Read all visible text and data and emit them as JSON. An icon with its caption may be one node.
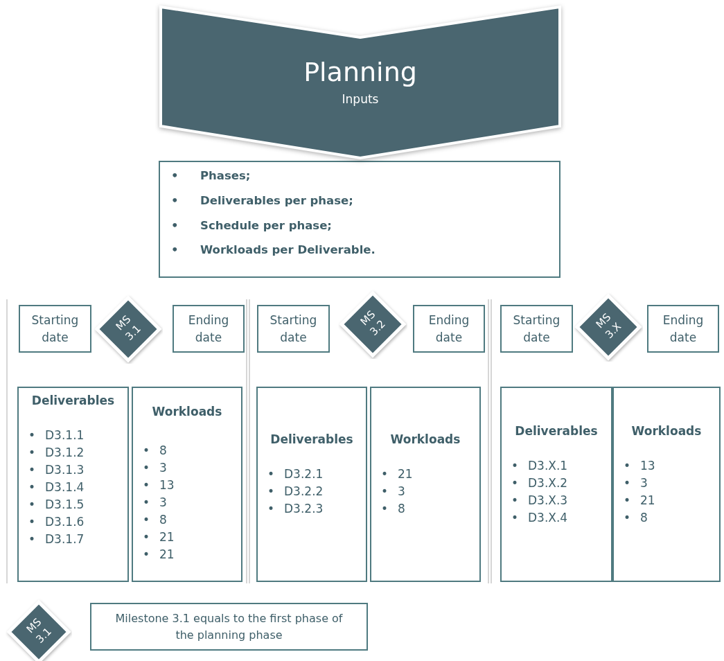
{
  "diagram": {
    "nodes": [
      {
        "text": [
          "Planning",
          "Inputs"
        ]
      },
      {
        "text": [
          "• Phases;",
          "• Deliverables per phase;",
          "• Schedule per phase;",
          "• Workloads per Deliverable."
        ]
      },
      {
        "text": [
          "Starting date"
        ]
      },
      {
        "text": [
          "MS 3.1"
        ]
      },
      {
        "text": [
          "Ending date"
        ]
      },
      {
        "text": [
          "Deliverables",
          "• D3.1.1",
          "• D3.1.2",
          "• D3.1.3",
          "• D3.1.4",
          "• D3.1.5",
          "• D3.1.6",
          "• D3.1.7"
        ]
      },
      {
        "text": [
          "Workloads",
          "• 8",
          "• 3",
          "• 13",
          "• 3",
          "• 8",
          "• 21",
          "• 21"
        ]
      },
      {
        "text": [
          "Starting date"
        ]
      },
      {
        "text": [
          "MS 3.2"
        ]
      },
      {
        "text": [
          "Ending date"
        ]
      },
      {
        "text": [
          "Deliverables",
          "• D3.2.1",
          "• D3.2.2",
          "• D3.2.3"
        ]
      },
      {
        "text": [
          "Workloads",
          "• 21",
          "• 3",
          "• 8"
        ]
      },
      {
        "text": [
          "Starting date"
        ]
      },
      {
        "text": [
          "MS 3.X"
        ]
      },
      {
        "text": [
          "Ending date"
        ]
      },
      {
        "text": [
          "Deliverables",
          "• D3.X.1",
          "• D3.X.2",
          "• D3.X.3",
          "• D3.X.4"
        ]
      },
      {
        "text": [
          "Workloads",
          "• 13",
          "• 3",
          "• 21",
          "• 8"
        ]
      },
      {
        "text": [
          "MS 3.1"
        ]
      },
      {
        "text": [
          "Milestone 3.1 equals to the first phase of the planning phase"
        ]
      }
    ]
  }
}
